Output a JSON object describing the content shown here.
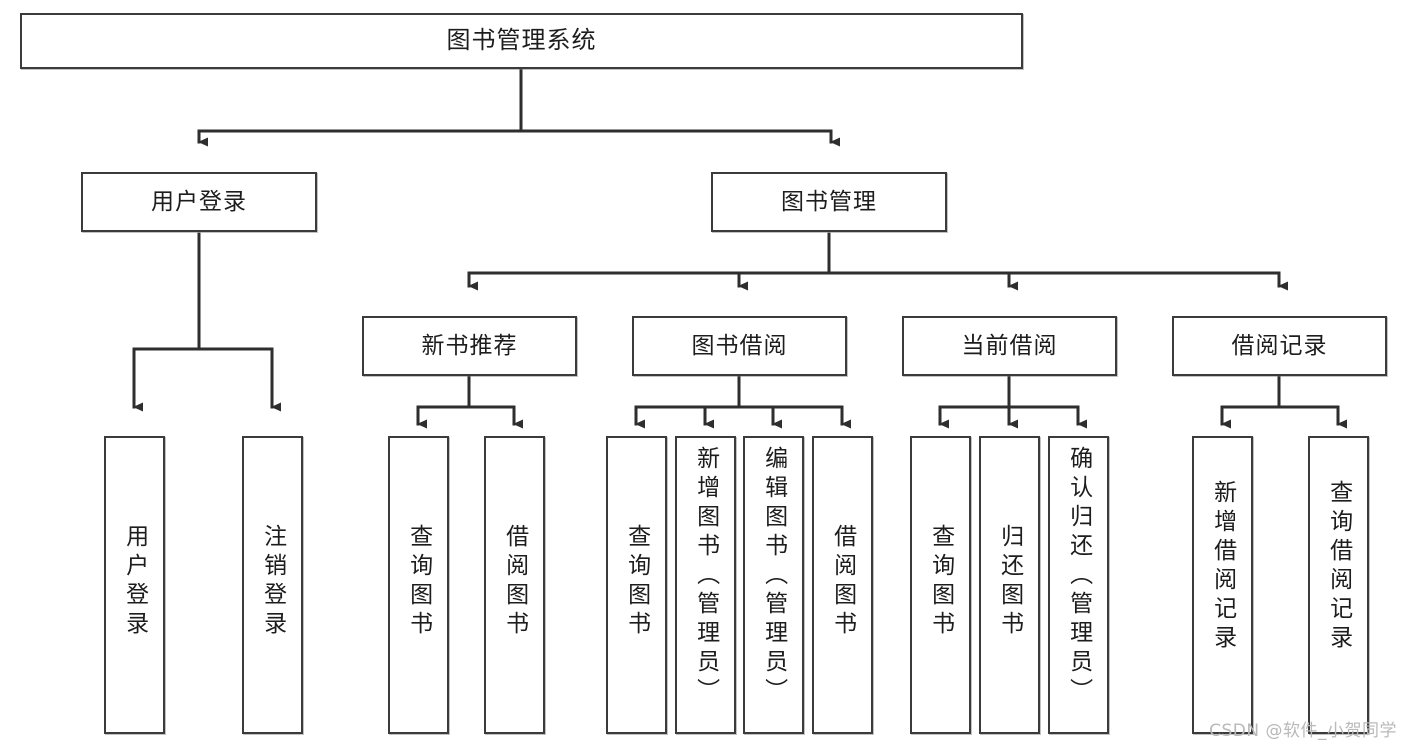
{
  "diagram": {
    "type": "tree",
    "title": "图书管理系统",
    "watermark": "CSDN @软件_小贺同学",
    "colors": {
      "box_border": "#3b3b3b",
      "box_fill": "#ffffff",
      "connector": "#2e2e2e",
      "text": "#1d1d1d",
      "watermark": "#b9b9b9"
    },
    "root": {
      "label": "图书管理系统"
    },
    "level2": [
      {
        "label": "用户登录"
      },
      {
        "label": "图书管理"
      }
    ],
    "level3": [
      {
        "label": "新书推荐"
      },
      {
        "label": "图书借阅"
      },
      {
        "label": "当前借阅"
      },
      {
        "label": "借阅记录"
      }
    ],
    "leaves": {
      "user_login": [
        {
          "label": "用户登录"
        },
        {
          "label": "注销登录"
        }
      ],
      "new_book_recommend": [
        {
          "label": "查询图书"
        },
        {
          "label": "借阅图书"
        }
      ],
      "book_borrow": [
        {
          "label": "查询图书"
        },
        {
          "label": "新增图书（管理员）"
        },
        {
          "label": "编辑图书（管理员）"
        },
        {
          "label": "借阅图书"
        }
      ],
      "current_borrow": [
        {
          "label": "查询图书"
        },
        {
          "label": "归还图书"
        },
        {
          "label": "确认归还（管理员）"
        }
      ],
      "borrow_record": [
        {
          "label": "新增借阅记录"
        },
        {
          "label": "查询借阅记录"
        }
      ]
    }
  }
}
